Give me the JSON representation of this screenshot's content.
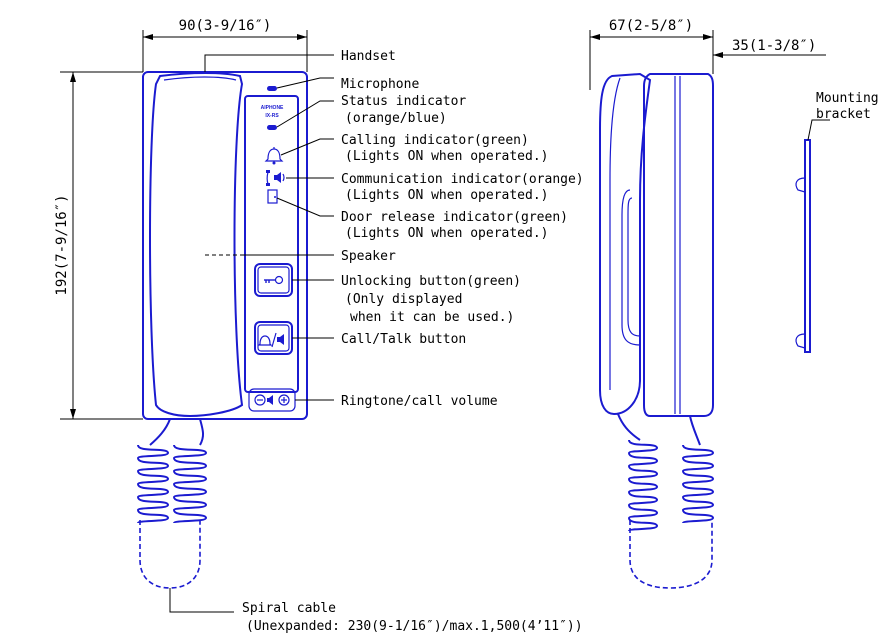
{
  "dimensions": {
    "width_front": "90(3-9/16″)",
    "width_side": "67(2-5/8″)",
    "depth_bracket": "35(1-3/8″)",
    "height": "192(7-9/16″)"
  },
  "device": {
    "model_line1": "AIPHONE",
    "model_line2": "IX-RS"
  },
  "labels": {
    "handset": "Handset",
    "microphone": "Microphone",
    "status_indicator": "Status indicator",
    "status_indicator_colors": "(orange/blue)",
    "calling_indicator": "Calling indicator(green)",
    "calling_indicator_note": "(Lights ON when operated.)",
    "communication_indicator": "Communication indicator(orange)",
    "communication_indicator_note": "(Lights ON when operated.)",
    "door_release_indicator": "Door release indicator(green)",
    "door_release_indicator_note": "(Lights ON when operated.)",
    "speaker": "Speaker",
    "unlocking_button": "Unlocking button(green)",
    "unlocking_button_note1": "(Only displayed",
    "unlocking_button_note2": "when it can be used.)",
    "call_talk_button": "Call/Talk button",
    "ringtone_volume": "Ringtone/call volume",
    "mounting_bracket_line1": "Mounting",
    "mounting_bracket_line2": "bracket",
    "spiral_cable": "Spiral cable",
    "spiral_cable_note": "(Unexpanded: 230(9-1/16″)/max.1,500(4’11″))"
  },
  "colors": {
    "outline": "#1b1bd0",
    "leader": "#000000"
  },
  "icons": [
    "bell-icon",
    "handset-speaker-icon",
    "door-icon",
    "key-icon",
    "volume-icon"
  ]
}
